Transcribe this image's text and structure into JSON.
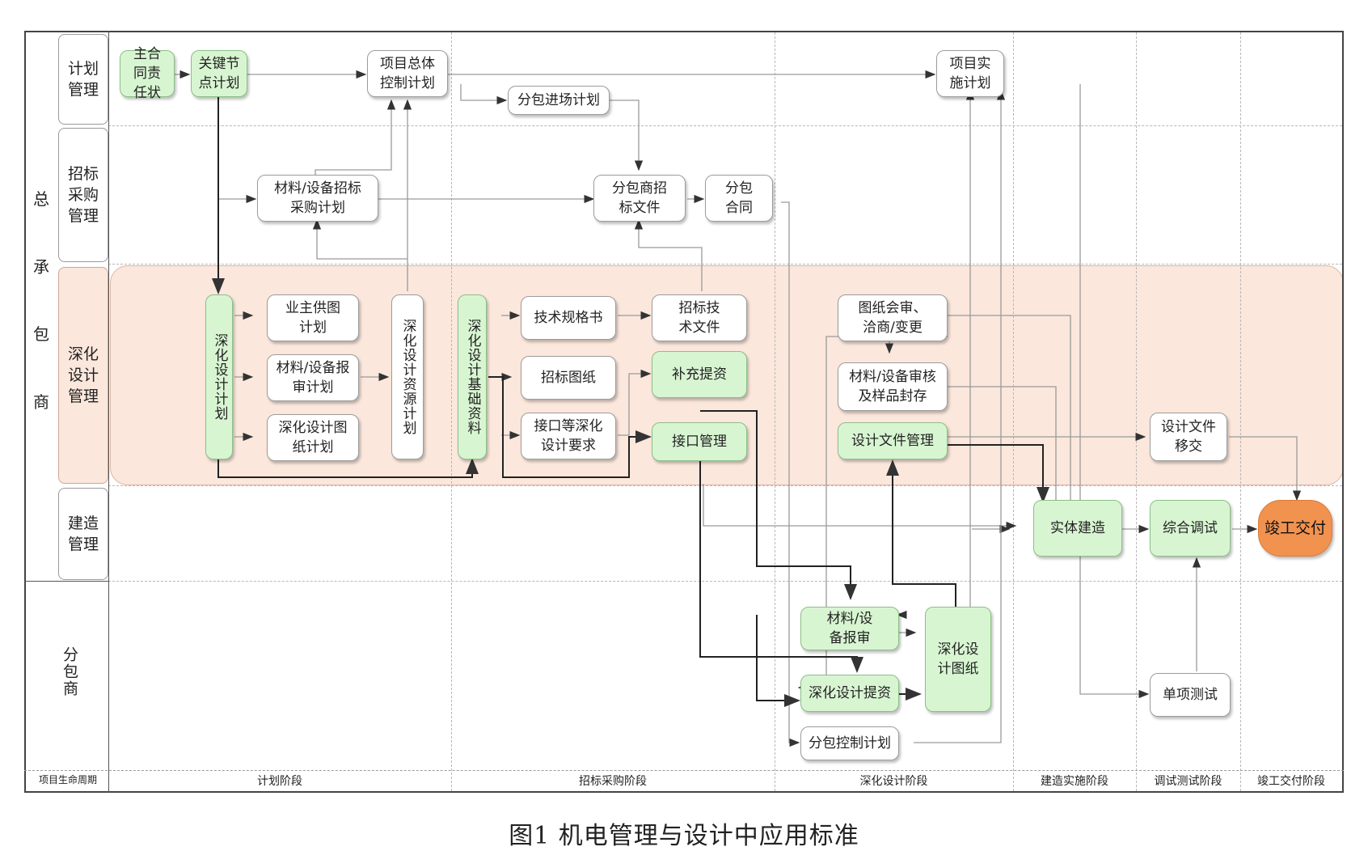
{
  "main_role": {
    "label": "总承包商",
    "chars": [
      "总",
      "承",
      "包",
      "商"
    ]
  },
  "lanes": {
    "plan": "计划管理",
    "tender": "招标采购管理",
    "deep": "深化设计管理",
    "build": "建造管理",
    "sub": "分包商"
  },
  "footer": {
    "lifecycle": "项目生命周期",
    "stages": [
      "计划阶段",
      "招标采购阶段",
      "深化设计阶段",
      "建造实施阶段",
      "调试测试阶段",
      "竣工交付阶段"
    ]
  },
  "nodes": {
    "n_main_contract": "主合同责任状",
    "n_key_node": "关键节点计划",
    "n_master_plan": "项目总体控制计划",
    "n_sub_entry_plan": "分包进场计划",
    "n_impl_plan": "项目实施计划",
    "n_material_tender_plan": "材料/设备招标采购计划",
    "n_sub_tender_docs": "分包商招标文件",
    "n_sub_contract": "分包合同",
    "n_deep_design_plan": "深化设计计划",
    "n_owner_supply_plan": "业主供图计划",
    "n_material_review_plan": "材料/设备报审计划",
    "n_deep_drawing_plan": "深化设计图纸计划",
    "n_design_resource_plan": "深化设计资源计划",
    "n_design_basis": "深化设计基础资料",
    "n_tech_spec": "技术规格书",
    "n_tender_drawings": "招标图纸",
    "n_interface_req": "接口等深化设计要求",
    "n_tender_tech_doc": "招标技术文件",
    "n_supplement": "补充提资",
    "n_interface_mgmt": "接口管理",
    "n_drawing_review": "图纸会审、洽商/变更",
    "n_material_audit": "材料/设备审核及样品封存",
    "n_design_file_mgmt": "设计文件管理",
    "n_design_transfer": "设计文件移交",
    "n_construction": "实体建造",
    "n_commissioning": "综合调试",
    "n_completion": "竣工交付",
    "n_sub_material": "材料/设备报审",
    "n_sub_deep_drawing": "深化设计图纸",
    "n_sub_supplement": "深化设计提资",
    "n_sub_control_plan": "分包控制计划",
    "n_unit_test": "单项测试"
  },
  "caption": "图1   机电管理与设计中应用标准"
}
